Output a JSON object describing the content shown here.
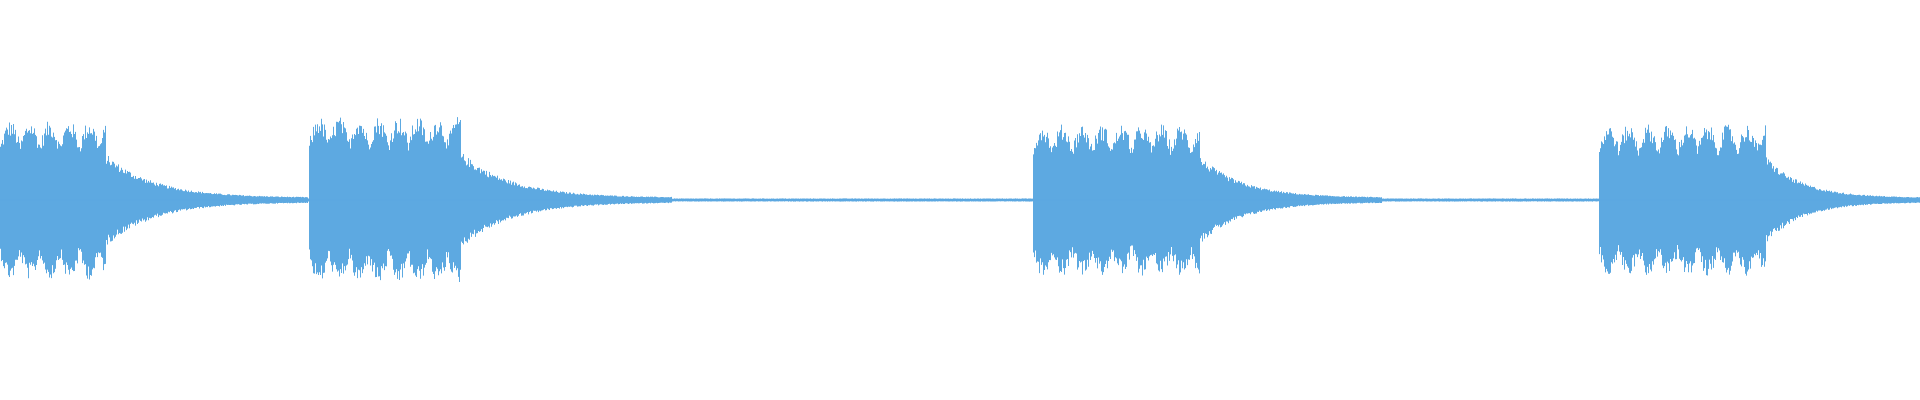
{
  "waveform": {
    "color": "#5DA9E1",
    "background": "#FFFFFF",
    "sound_events": [
      {
        "start": 0.0,
        "sustain_end": 0.055,
        "decay_end": 0.16,
        "peak": 0.2
      },
      {
        "start": 0.161,
        "sustain_end": 0.24,
        "decay_end": 0.35,
        "peak": 0.21
      },
      {
        "start": 0.538,
        "sustain_end": 0.625,
        "decay_end": 0.72,
        "peak": 0.19
      },
      {
        "start": 0.833,
        "sustain_end": 0.92,
        "decay_end": 1.0,
        "peak": 0.19
      }
    ]
  }
}
